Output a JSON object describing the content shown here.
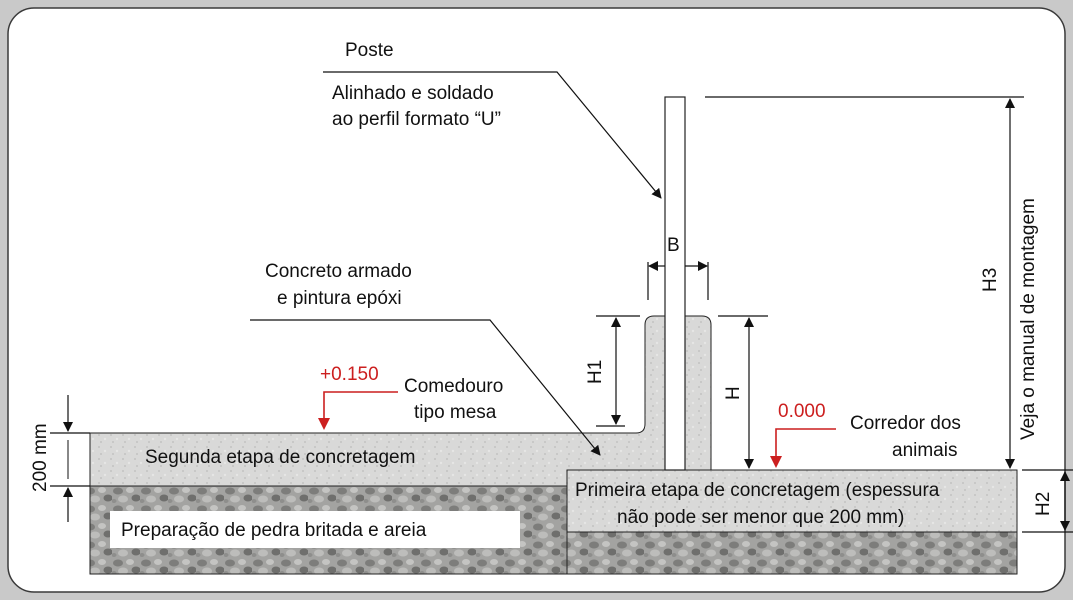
{
  "labels": {
    "poste": "Poste",
    "alinhado_1": "Alinhado e soldado",
    "alinhado_2": "ao perfil formato “U”",
    "concreto_1": "Concreto armado",
    "concreto_2": "e pintura epóxi",
    "elev_high": "+0.150",
    "comedouro_1": "Comedouro",
    "comedouro_2": "tipo mesa",
    "elev_zero": "0.000",
    "corredor_1": "Corredor dos",
    "corredor_2": "animais",
    "segunda": "Segunda etapa de concretagem",
    "primeira_1": "Primeira etapa de concretagem (espessura",
    "primeira_2": "não pode ser menor que 200 mm)",
    "preparacao": "Preparação de pedra britada e areia",
    "dim_200": "200 mm",
    "dim_b": "B",
    "dim_h1": "H1",
    "dim_h": "H",
    "dim_h2": "H2",
    "dim_h3": "H3",
    "veja": "Veja o manual de montagem"
  },
  "colors": {
    "elevation_marker": "#cc1f1f",
    "concrete": "#d6d6d6",
    "gravel": "#9a9a9a",
    "panel": "#ffffff"
  }
}
